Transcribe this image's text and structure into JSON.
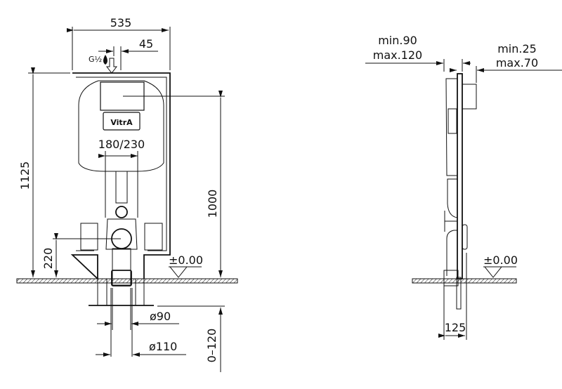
{
  "front_view": {
    "width_label": "535",
    "inlet_offset_label": "45",
    "inlet_thread_label": "G½",
    "brand_label": "VitrA",
    "bolt_spacing_label": "180/230",
    "total_height_label": "1125",
    "button_height_label": "1000",
    "outlet_height_label": "220",
    "floor_level_label": "±0.00",
    "pipe_small_label": "ø90",
    "pipe_large_label": "ø110",
    "leg_adjust_label": "0–120"
  },
  "side_view": {
    "depth_min_label": "min.90",
    "depth_max_label": "max.120",
    "wall_min_label": "min.25",
    "wall_max_label": "max.70",
    "floor_level_label": "±0.00",
    "frame_depth_label": "125"
  }
}
